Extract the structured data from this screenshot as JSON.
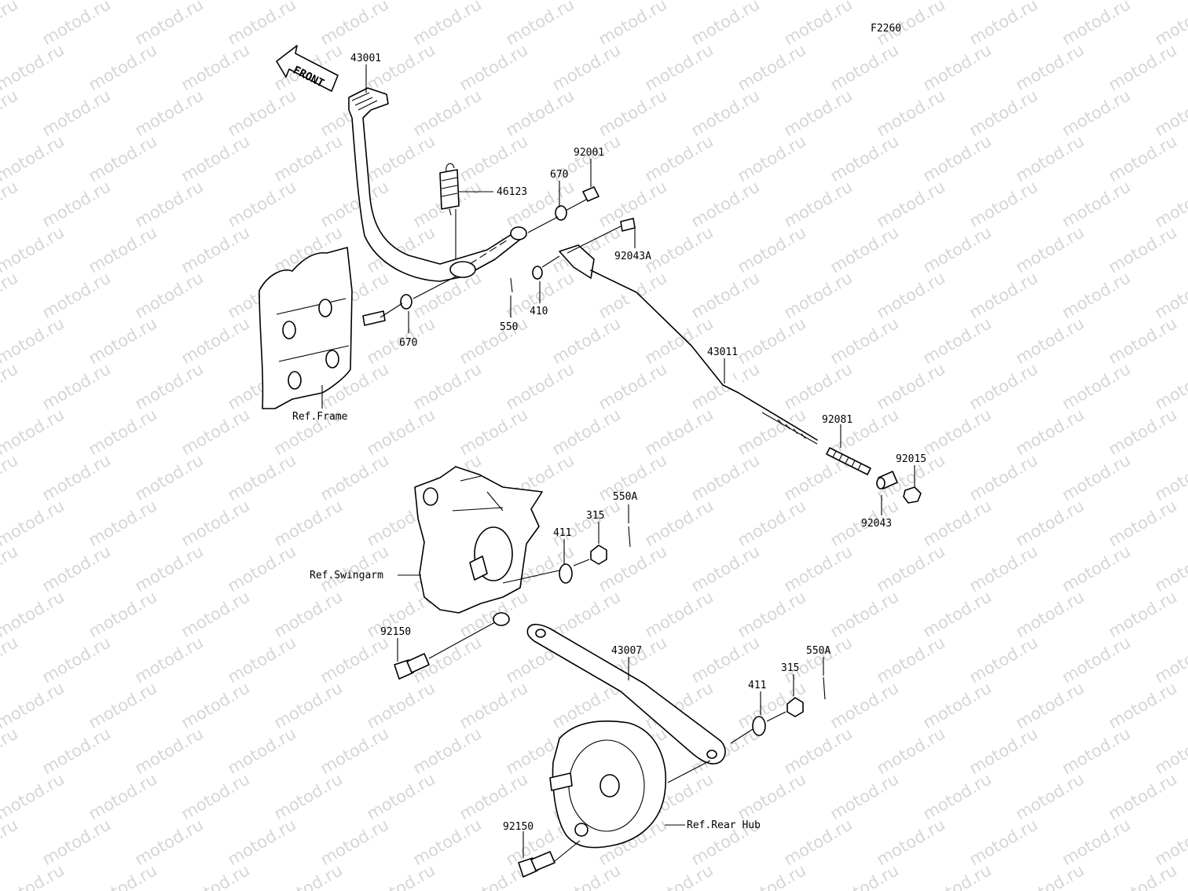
{
  "figure_code": "F2260",
  "watermark": "motod.ru",
  "front_arrow": "FRONT",
  "labels": {
    "p43001": "43001",
    "p46123": "46123",
    "p670a": "670",
    "p92001": "92001",
    "p92043A": "92043A",
    "p410": "410",
    "p550": "550",
    "p670b": "670",
    "ref_frame": "Ref.Frame",
    "p43011": "43011",
    "p92081": "92081",
    "p92015": "92015",
    "p92043": "92043",
    "p550A_a": "550A",
    "p315_a": "315",
    "p411_a": "411",
    "ref_swingarm": "Ref.Swingarm",
    "p92150_a": "92150",
    "p43007": "43007",
    "p550A_b": "550A",
    "p315_b": "315",
    "p411_b": "411",
    "ref_rear_hub": "Ref.Rear Hub",
    "p92150_b": "92150"
  }
}
